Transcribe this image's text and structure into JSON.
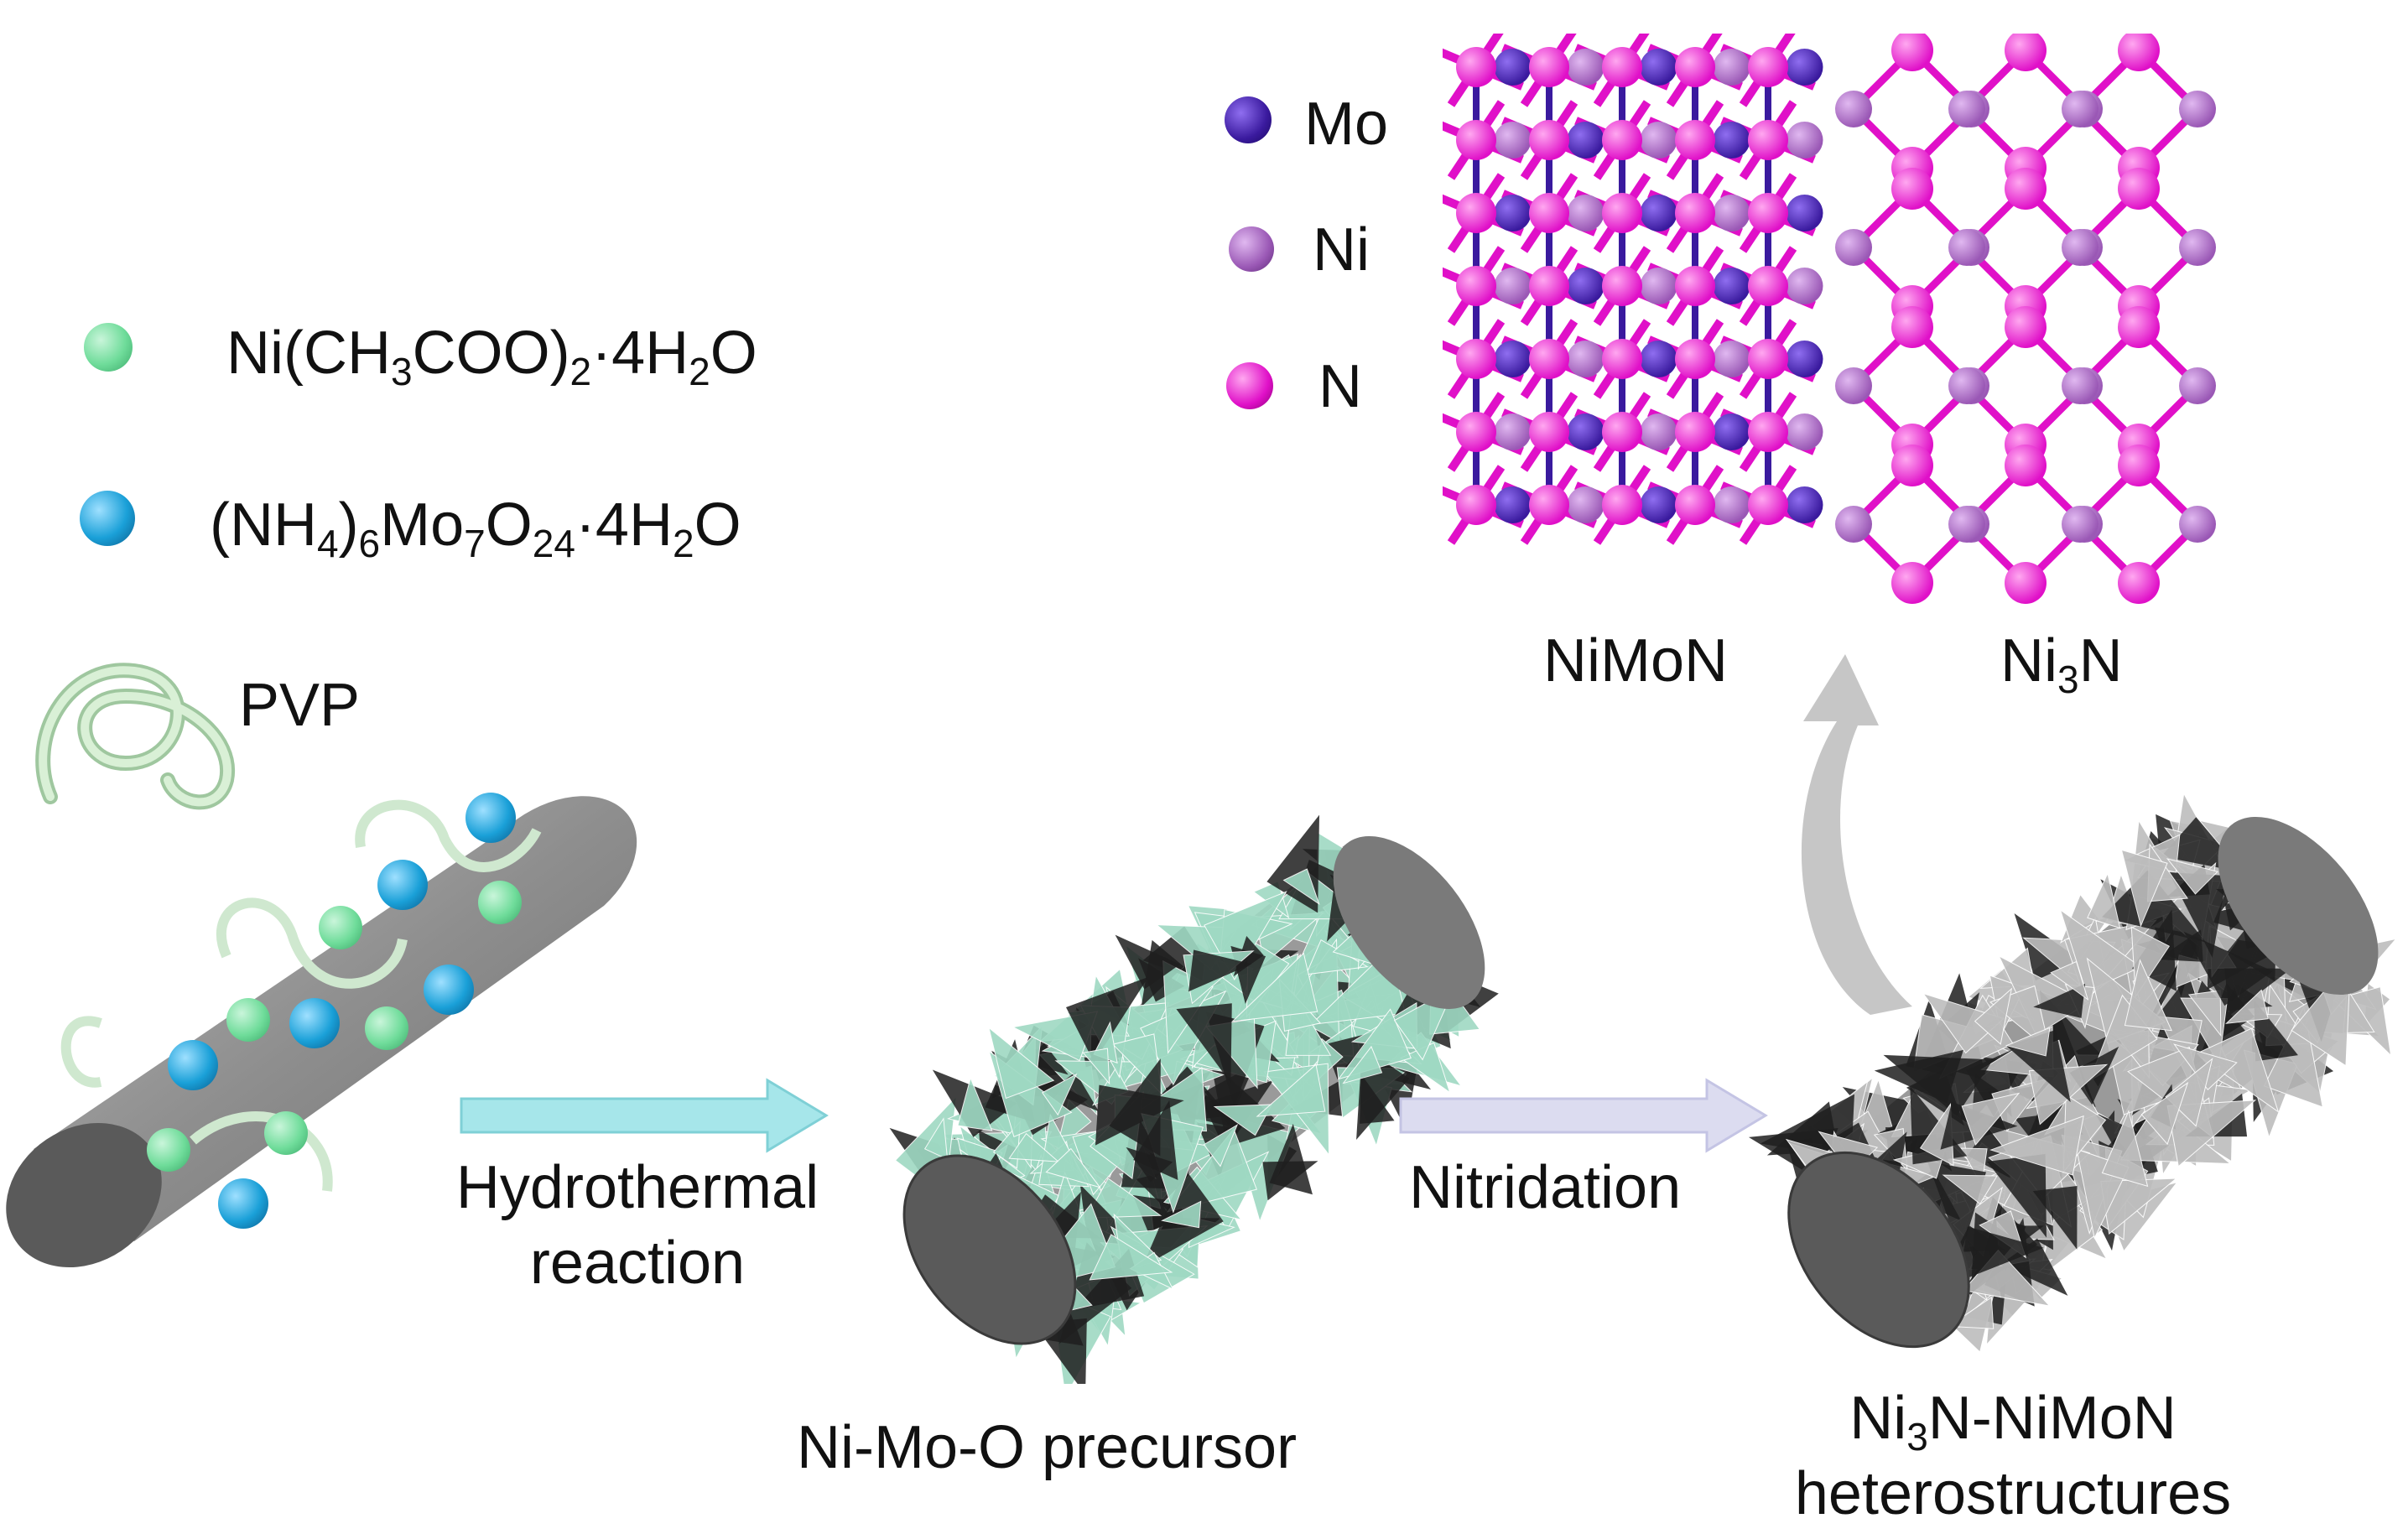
{
  "colors": {
    "ni_precursor": "#6fdc9a",
    "mo_precursor": "#1aa0d8",
    "pvp": "#cfe8cf",
    "mo_atom": "#3a1a9e",
    "ni_atom": "#9a58b5",
    "n_atom": "#e010c8",
    "rod": "#8e8e8e",
    "arrow_hydrothermal": "#a6e6ea",
    "arrow_nitridation": "#dcdcf0",
    "arrow_up": "#c6c6c6",
    "sheet_green": "#9fd9c3",
    "sheet_gray": "#bdbdbd"
  },
  "legend_reagents": [
    {
      "main": "Ni(CH",
      "s1": "3",
      "m2": "COO)",
      "s2": "2",
      "m3": "·4H",
      "s3": "2",
      "m4": "O"
    },
    {
      "main": "(NH",
      "s1": "4",
      "m2": ")",
      "s2": "6",
      "m3": "Mo",
      "s3": "7",
      "m4": "O",
      "s4": "24",
      "m5": "·4H",
      "s5": "2",
      "m6": "O"
    }
  ],
  "pvp_label": "PVP",
  "atom_legend": [
    {
      "symbol": "Mo"
    },
    {
      "symbol": "Ni"
    },
    {
      "symbol": "N"
    }
  ],
  "structure_labels": {
    "left": "NiMoN",
    "right_main": "Ni",
    "right_sub": "3",
    "right_end": "N"
  },
  "steps": {
    "hydrothermal_line1": "Hydrothermal",
    "hydrothermal_line2": "reaction",
    "nitridation": "Nitridation"
  },
  "products": {
    "precursor": "Ni-Mo-O precursor",
    "hetero_l1_a": "Ni",
    "hetero_l1_sub": "3",
    "hetero_l1_b": "N-NiMoN",
    "hetero_l2": "heterostructures"
  }
}
